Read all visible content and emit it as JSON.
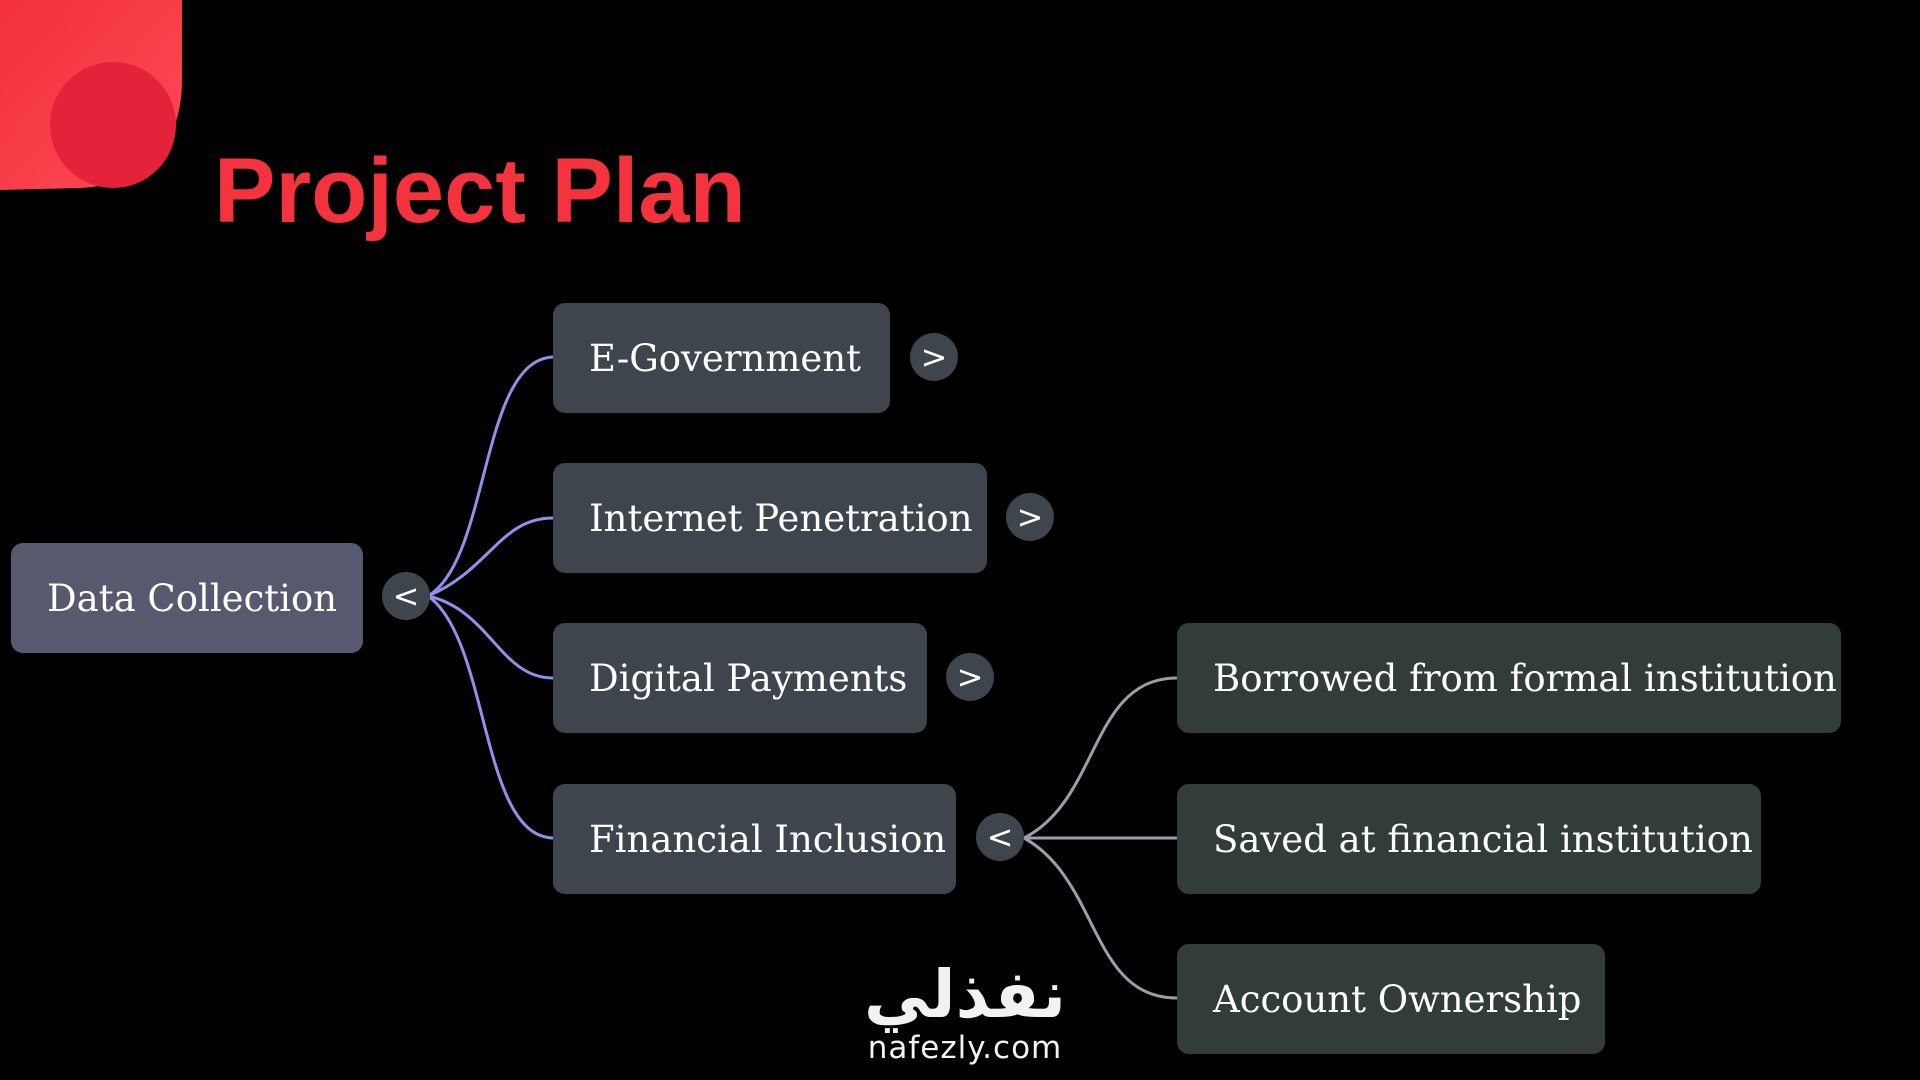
{
  "slide": {
    "title": "Project Plan"
  },
  "mindmap": {
    "root": {
      "label": "Data Collection",
      "toggle": "<"
    },
    "branches": [
      {
        "label": "E-Government",
        "toggle": ">"
      },
      {
        "label": "Internet Penetration",
        "toggle": ">"
      },
      {
        "label": "Digital Payments",
        "toggle": ">"
      },
      {
        "label": "Financial Inclusion",
        "toggle": "<"
      }
    ],
    "financial_inclusion_children": [
      {
        "label": "Borrowed from formal institution"
      },
      {
        "label": "Saved at financial institution"
      },
      {
        "label": "Account Ownership"
      }
    ]
  },
  "watermark": {
    "mark": "نفذلي",
    "url": "nafezly.com"
  },
  "colors": {
    "title": "#f5333f",
    "link_root": "#8e92e8",
    "link_sub": "#9aa0a8",
    "root_node": "#575a6e",
    "branch_node": "#3f454d",
    "leaf_node": "#323c39"
  }
}
